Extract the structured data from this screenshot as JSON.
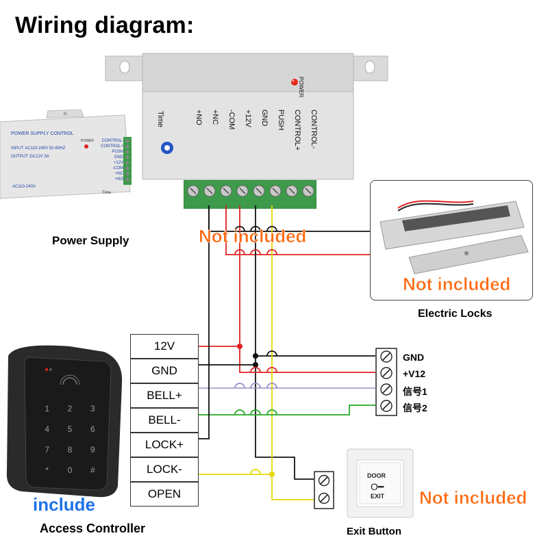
{
  "title": "Wiring diagram:",
  "power_supply": {
    "caption": "Power Supply",
    "header": "POWER SUPPLY CONTROL",
    "input": "INPUT: AC110-240V 50-60HZ",
    "output": "OUTPUT: DC12V 3A",
    "ac_label": "AC110-240V",
    "power_label": "POWER",
    "time_label": "Time",
    "terminals": [
      "CONTROL-",
      "CONTROL+",
      "PUSH",
      "GND",
      "+12V",
      "-COM",
      "+NC",
      "+NO"
    ]
  },
  "control_box": {
    "power_label": "POWER",
    "time_label": "Time",
    "terminals": [
      "+NO",
      "+NC",
      "-COM",
      "+12V",
      "GND",
      "PUSH",
      "CONTROL+",
      "CONTROL-"
    ]
  },
  "notes": {
    "not_included_wires": "Not included",
    "not_included_lock": "Not included",
    "not_included_exit": "Not included",
    "include": "include"
  },
  "electric_locks": {
    "caption": "Electric Locks"
  },
  "access_controller": {
    "caption": "Access Controller",
    "terminals": [
      "12V",
      "GND",
      "BELL+",
      "BELL-",
      "LOCK+",
      "LOCK-",
      "OPEN"
    ],
    "keypad": [
      "1",
      "2",
      "3",
      "4",
      "5",
      "6",
      "7",
      "8",
      "9",
      "*",
      "0",
      "#"
    ]
  },
  "signal_block": {
    "labels": [
      "GND",
      "+V12",
      "信号1",
      "信号2"
    ]
  },
  "exit_button": {
    "caption": "Exit Button",
    "door": "DOOR",
    "exit": "EXIT"
  },
  "colors": {
    "red_wire": "#e02020",
    "black_wire": "#111111",
    "yellow_wire": "#e6d800",
    "green_wire": "#22aa22",
    "violet_wire": "#9a8fc4",
    "orange_text": "#ff6a10",
    "blue_text": "#1e73e8",
    "terminal_green": "#3d9a4a"
  }
}
